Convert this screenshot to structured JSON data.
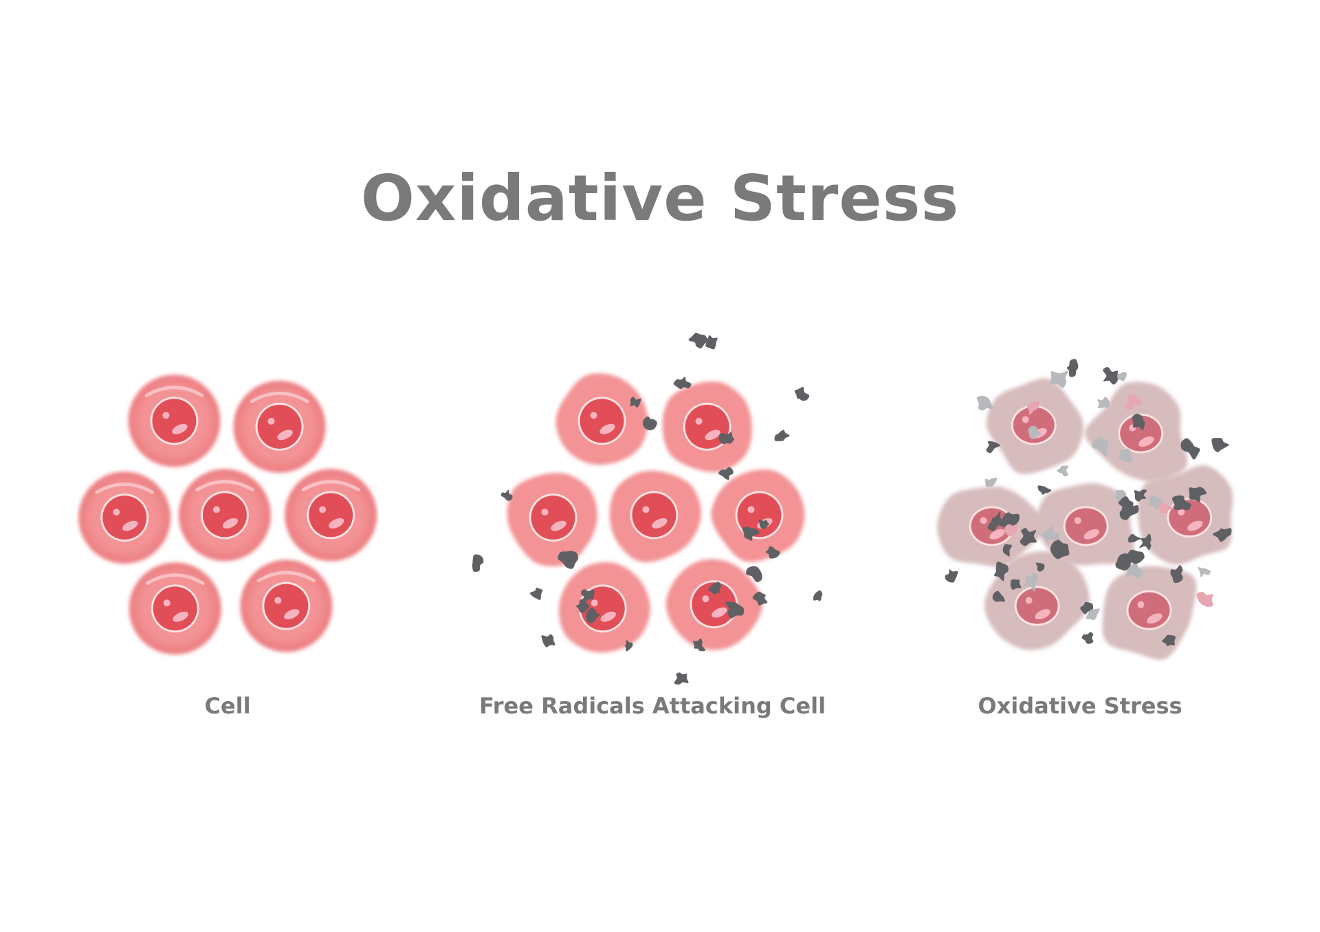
{
  "title": "Oxidative Stress",
  "panels": [
    {
      "label": "Cell"
    },
    {
      "label": "Free Radicals Attacking Cell"
    },
    {
      "label": "Oxidative Stress"
    }
  ],
  "colors": {
    "healthy_cell": "#f08a8c",
    "healthy_nucleus": "#e24e57",
    "damaged_cell": "#d7bcbd",
    "damaged_nucleus": "#cf6e7a",
    "radical_dark": "#5f6064",
    "radical_light": "#b8b9bc",
    "fragment_pink": "#e6a6b2",
    "text": "#7a7a7d"
  }
}
